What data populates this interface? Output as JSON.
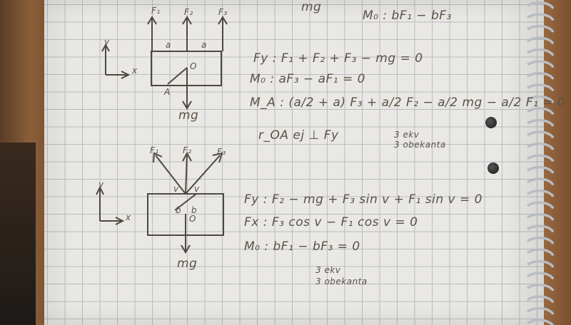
{
  "top_right": {
    "moment": "M₀ : bF₁ − bF₃",
    "mg": "mg"
  },
  "diagram1": {
    "forces": [
      "F₁",
      "F₂",
      "F₃"
    ],
    "distances": [
      "a",
      "a"
    ],
    "axis_x": "x",
    "axis_y": "y",
    "origin": "O",
    "point": "A",
    "weight": "mg"
  },
  "equations1": [
    "Fy :  F₁ + F₂ + F₃ − mg = 0",
    "M₀ :  aF₃ − aF₁  = 0",
    "M_A : (a/2 + a) F₃ + a/2 F₂ − a/2 mg − a/2 F₁ = 0",
    "r_OA  ej ⊥ Fy"
  ],
  "note1": [
    "3 ekv",
    "3 obekanta"
  ],
  "diagram2": {
    "forces": [
      "F₁",
      "F₂",
      "F₃"
    ],
    "angles": [
      "v",
      "v"
    ],
    "distances": [
      "b",
      "b"
    ],
    "axis_x": "x",
    "axis_y": "y",
    "origin": "O",
    "weight": "mg"
  },
  "equations2": [
    "Fy :  F₂ − mg + F₃ sin v + F₁ sin v = 0",
    "Fx :  F₃ cos v − F₁ cos v = 0",
    "M₀ :  bF₁ − bF₃ = 0"
  ],
  "note2": [
    "3 ekv",
    "3 obekanta"
  ],
  "colors": {
    "ink": "#5a5248",
    "paper": "#e9e8e4",
    "grid": "#b9bcc0"
  }
}
